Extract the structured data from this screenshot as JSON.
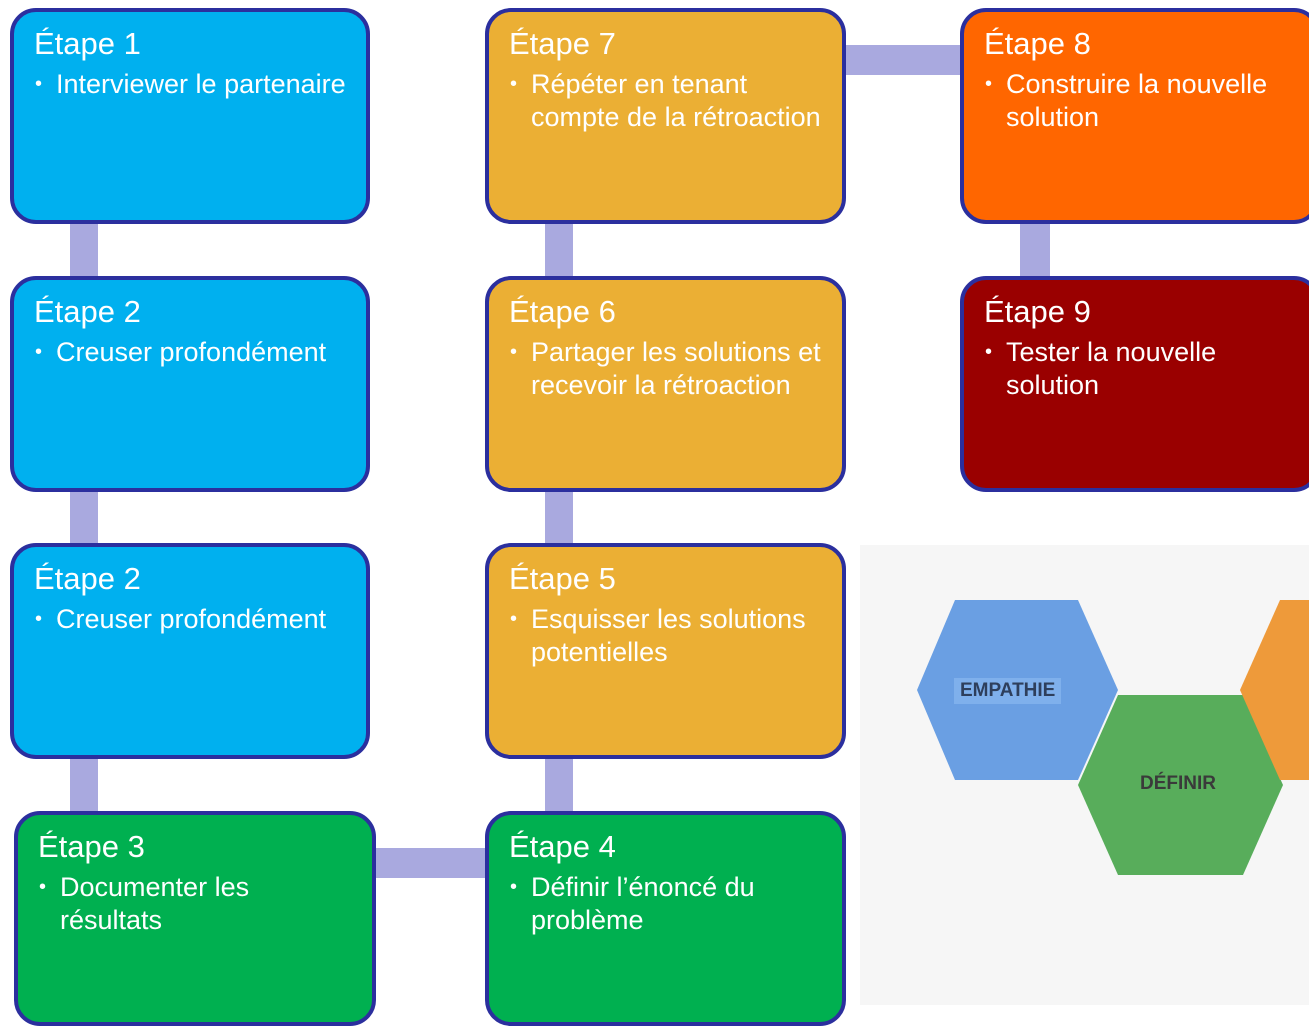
{
  "steps": [
    {
      "title": "Étape 1",
      "bullets": [
        "Interviewer le partenaire"
      ],
      "color": "#00b0ef"
    },
    {
      "title": "Étape 2",
      "bullets": [
        "Creuser profondément"
      ],
      "color": "#00b0ef"
    },
    {
      "title": "Étape 2",
      "bullets": [
        "Creuser profondément"
      ],
      "color": "#00b0ef"
    },
    {
      "title": "Étape 3",
      "bullets": [
        "Documenter les résultats"
      ],
      "color": "#00b050"
    },
    {
      "title": "Étape 4",
      "bullets": [
        "Définir l’énoncé du problème"
      ],
      "color": "#00b050"
    },
    {
      "title": "Étape 5",
      "bullets": [
        "Esquisser les solutions potentielles"
      ],
      "color": "#ebaf34"
    },
    {
      "title": "Étape 6",
      "bullets": [
        "Partager les solutions et recevoir la rétroaction"
      ],
      "color": "#ebaf34"
    },
    {
      "title": "Étape 7",
      "bullets": [
        "Répéter en tenant compte de la rétroaction"
      ],
      "color": "#ebaf34"
    },
    {
      "title": "Étape 8",
      "bullets": [
        "Construire la nouvelle solution"
      ],
      "color": "#ff6600"
    },
    {
      "title": "Étape 9",
      "bullets": [
        "Tester la nouvelle solution"
      ],
      "color": "#9a0000"
    }
  ],
  "hexagons": {
    "empathie": "EMPATHIE",
    "definir": "DÉFINIR"
  },
  "colors": {
    "connector": "#a9a9df",
    "border": "#2b2f9e",
    "hex_empathie": "#6a9fe3",
    "hex_definir": "#58ad5b",
    "hex_orange": "#ee9a3a"
  }
}
